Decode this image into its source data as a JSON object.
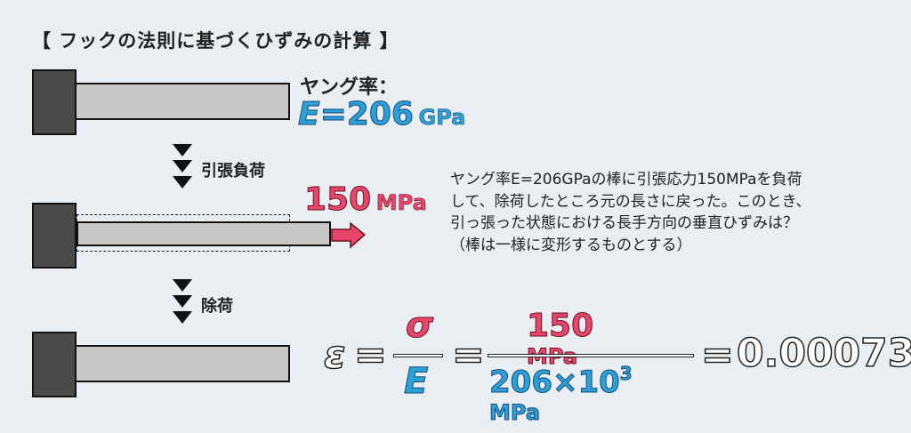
{
  "title": "【 フックの法則に基づくひずみの計算 】",
  "young": {
    "label": "ヤング率：",
    "symbol": "E",
    "equals": "=",
    "number": "206",
    "unit": "GPa"
  },
  "steps": {
    "load": "引張負荷",
    "unload": "除荷"
  },
  "stress": {
    "number": "150",
    "unit": "MPa"
  },
  "problem_lines": [
    "ヤング率E=206GPaの棒に引張応力150MPaを負荷",
    "して、除荷したところ元の長さに戻った。このとき、",
    "引っ張った状態における長手方向の垂直ひずみは？",
    "（棒は一様に変形するものとする）"
  ],
  "formula": {
    "epsilon": "ε",
    "eq1": "=",
    "sigma": "σ",
    "E": "E",
    "eq2": "=",
    "num_value": "150",
    "num_unit": "MPa",
    "den_value": "206×10",
    "den_exp": "3",
    "den_unit": "MPa",
    "eq3": "=",
    "result": "0.00073"
  },
  "colors": {
    "background": "#e8eef1",
    "blue": "#2a9fd8",
    "pink": "#e8456a",
    "bar": "#c8c8c8",
    "wall": "#4a4a4a"
  }
}
